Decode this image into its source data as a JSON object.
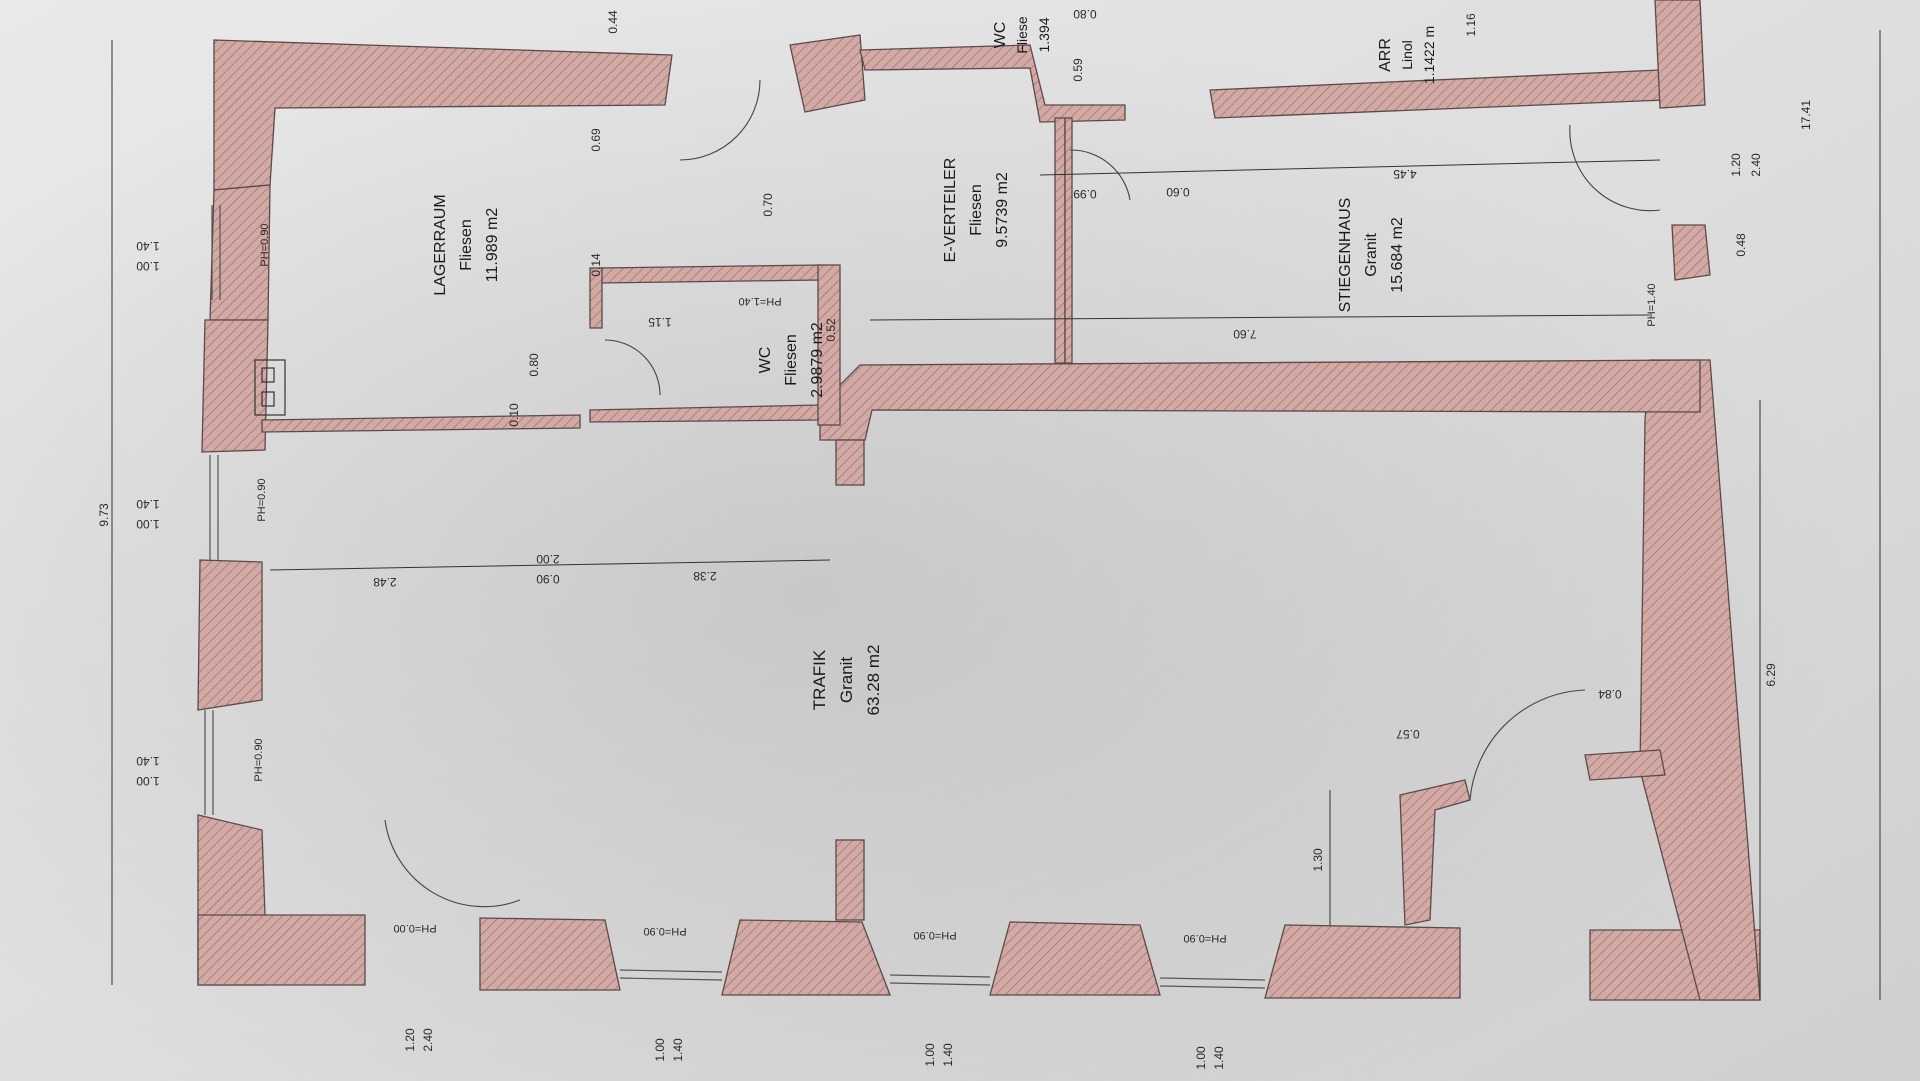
{
  "rooms": {
    "lagerraum": {
      "name": "LAGERRAUM",
      "floor": "Fliesen",
      "area": "11.989 m2"
    },
    "wc": {
      "name": "WC",
      "floor": "Fliesen",
      "area": "2.9879 m2"
    },
    "e_verteiler": {
      "name": "E-VERTEILER",
      "floor": "Fliesen",
      "area": "9.5739 m2"
    },
    "wc2": {
      "name": "WC",
      "floor": "Fliese",
      "area": "1.394"
    },
    "stiegenhaus": {
      "name": "STIEGENHAUS",
      "floor": "Granit",
      "area": "15.684 m2"
    },
    "arr": {
      "name": "ARR",
      "floor": "Linol",
      "area": "1.1422 m"
    },
    "trafik": {
      "name": "TRAFIK",
      "floor": "Granit",
      "area": "63.28 m2"
    }
  },
  "dimensions": {
    "overall_width": "9.73",
    "overall_length": "17.41",
    "right_lower": "6.29",
    "stair_length": "7.60",
    "stair_width": "4.45",
    "trafik_a": "2.48",
    "trafik_b": "2.38",
    "door_w": "0.90",
    "door_h": "2.00",
    "h130": "1.30",
    "d057": "0.57",
    "d084": "0.84",
    "d120": "1.20",
    "d240": "2.40",
    "d115": "1.15",
    "d069": "0.69",
    "d044": "0.44",
    "d059": "0.59",
    "d099": "0.99",
    "d048": "0.48",
    "d116": "1.16",
    "d080": "0.80",
    "d070": "0.70",
    "d060": "0.60",
    "d014": "0.14",
    "d010": "0.10",
    "d080b": "0.80",
    "d052": "0.52",
    "d140": "1.40",
    "d100": "1.00"
  },
  "parapet": {
    "ph090": "PH=0.90",
    "ph140": "PH=1.40",
    "ph000": "PH=0.00"
  }
}
